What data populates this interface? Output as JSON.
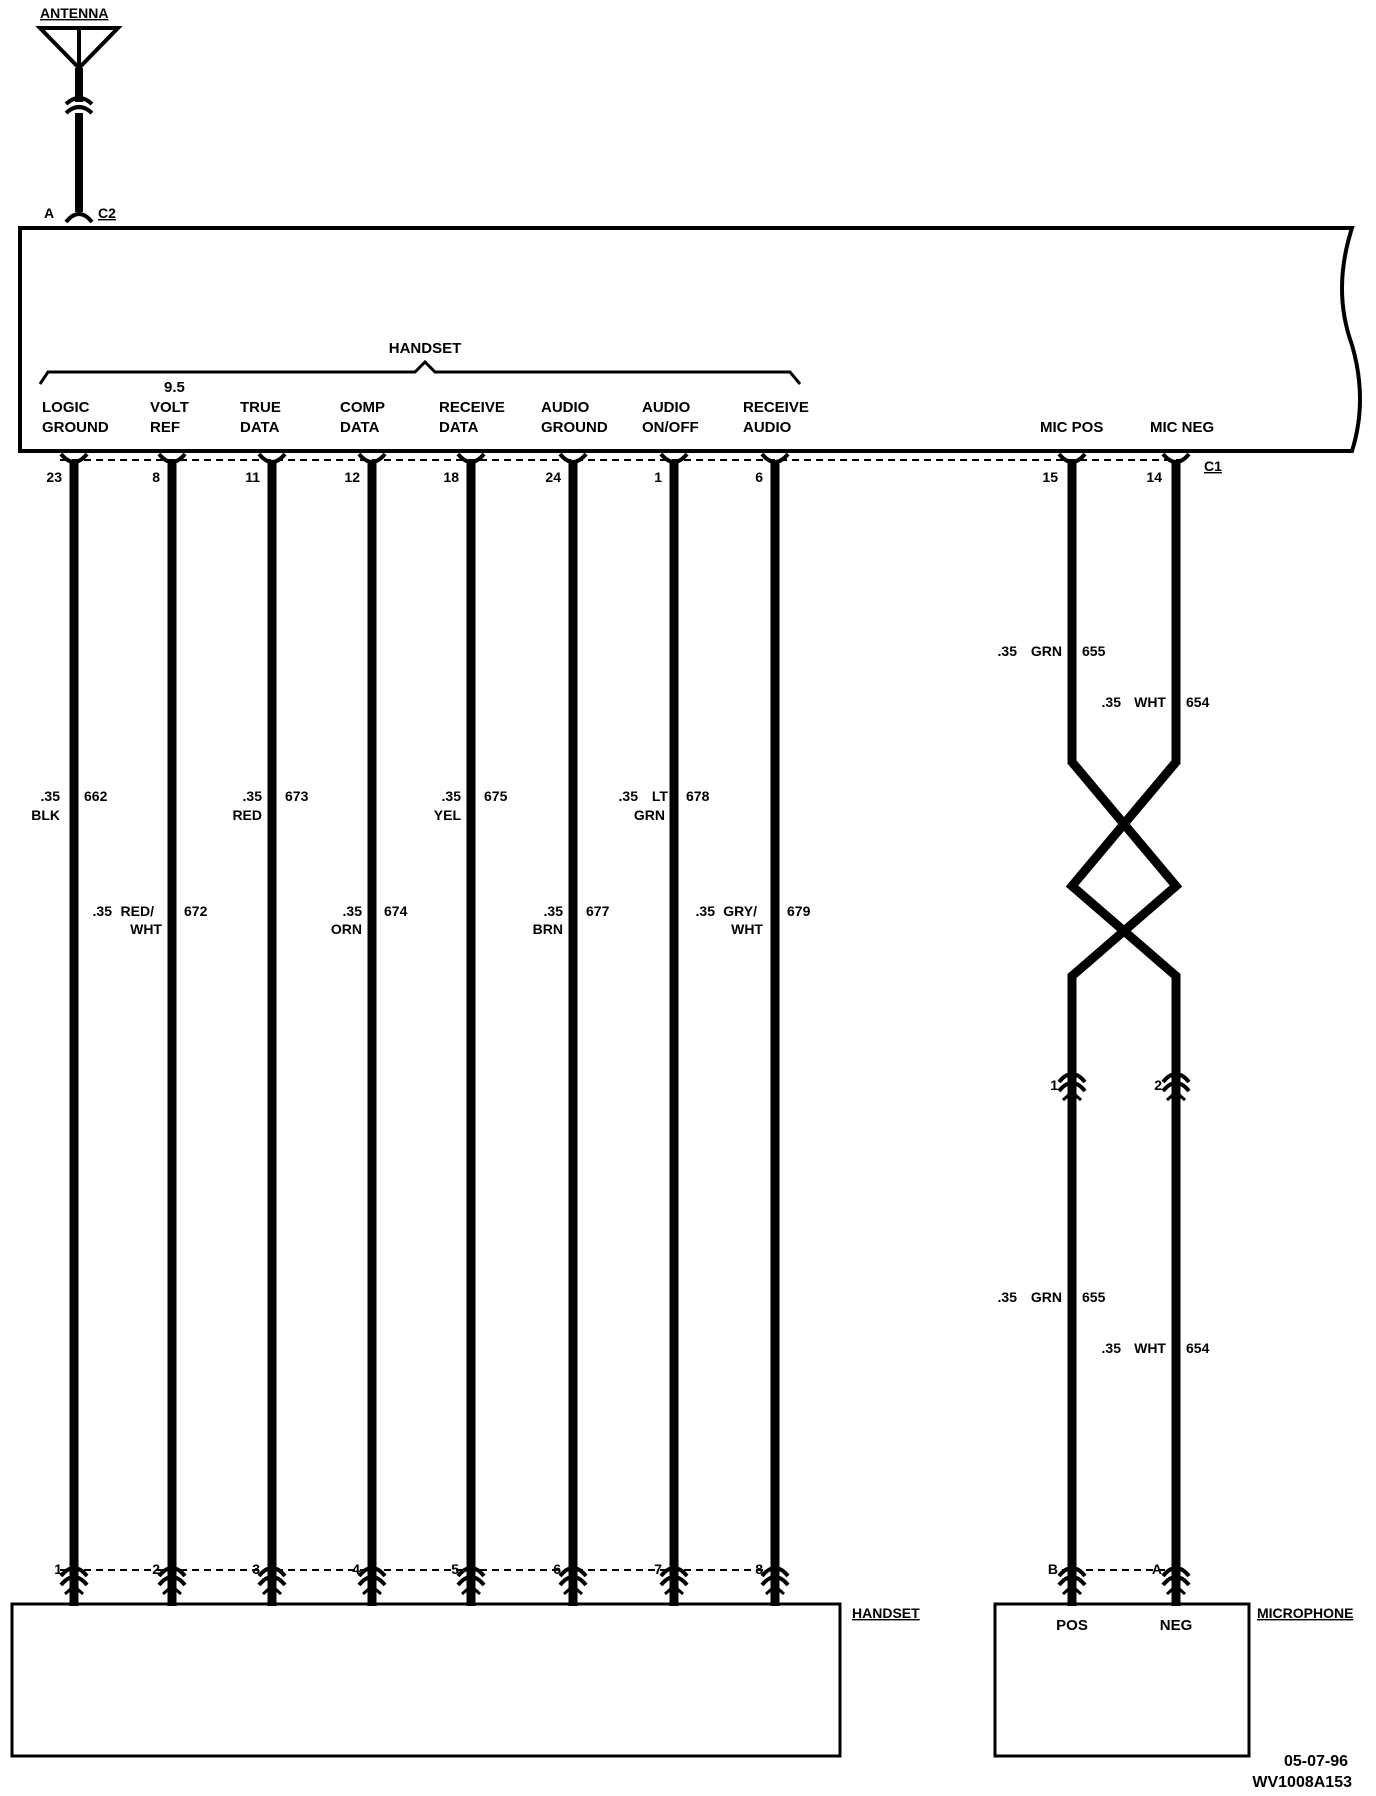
{
  "antenna": {
    "label": "ANTENNA",
    "pin": "A",
    "connector": "C2"
  },
  "module": {
    "group_label": "HANDSET",
    "connector": "C1"
  },
  "handset_circuits": [
    {
      "label": [
        "LOGIC",
        "GROUND"
      ],
      "top_pin": "23",
      "bottom_pin": "1",
      "size": ".35",
      "color": [
        "BLK"
      ],
      "circuit": "662"
    },
    {
      "label": [
        "9.5",
        "VOLT",
        "REF"
      ],
      "top_pin": "8",
      "bottom_pin": "2",
      "size": ".35",
      "color": [
        "RED/",
        "WHT"
      ],
      "circuit": "672"
    },
    {
      "label": [
        "TRUE",
        "DATA"
      ],
      "top_pin": "11",
      "bottom_pin": "3",
      "size": ".35",
      "color": [
        "RED"
      ],
      "circuit": "673"
    },
    {
      "label": [
        "COMP",
        "DATA"
      ],
      "top_pin": "12",
      "bottom_pin": "4",
      "size": ".35",
      "color": [
        "ORN"
      ],
      "circuit": "674"
    },
    {
      "label": [
        "RECEIVE",
        "DATA"
      ],
      "top_pin": "18",
      "bottom_pin": "5",
      "size": ".35",
      "color": [
        "YEL"
      ],
      "circuit": "675"
    },
    {
      "label": [
        "AUDIO",
        "GROUND"
      ],
      "top_pin": "24",
      "bottom_pin": "6",
      "size": ".35",
      "color": [
        "BRN"
      ],
      "circuit": "677"
    },
    {
      "label": [
        "AUDIO",
        "ON/OFF"
      ],
      "top_pin": "1",
      "bottom_pin": "7",
      "size": ".35",
      "color": [
        "LT",
        "GRN"
      ],
      "circuit": "678"
    },
    {
      "label": [
        "RECEIVE",
        "AUDIO"
      ],
      "top_pin": "6",
      "bottom_pin": "8",
      "size": ".35",
      "color": [
        "GRY/",
        "WHT"
      ],
      "circuit": "679"
    }
  ],
  "mic_circuits": [
    {
      "label": "MIC POS",
      "top_pin": "15",
      "inline_pin": "1",
      "bottom_pin": "B",
      "size": ".35",
      "color": "GRN",
      "circuit": "655",
      "device_pin": "POS"
    },
    {
      "label": "MIC NEG",
      "top_pin": "14",
      "inline_pin": "2",
      "bottom_pin": "A",
      "size": ".35",
      "color": "WHT",
      "circuit": "654",
      "device_pin": "NEG"
    }
  ],
  "handset_component": "HANDSET",
  "microphone_component": "MICROPHONE",
  "footer": {
    "date": "05-07-96",
    "code": "WV1008A153"
  }
}
